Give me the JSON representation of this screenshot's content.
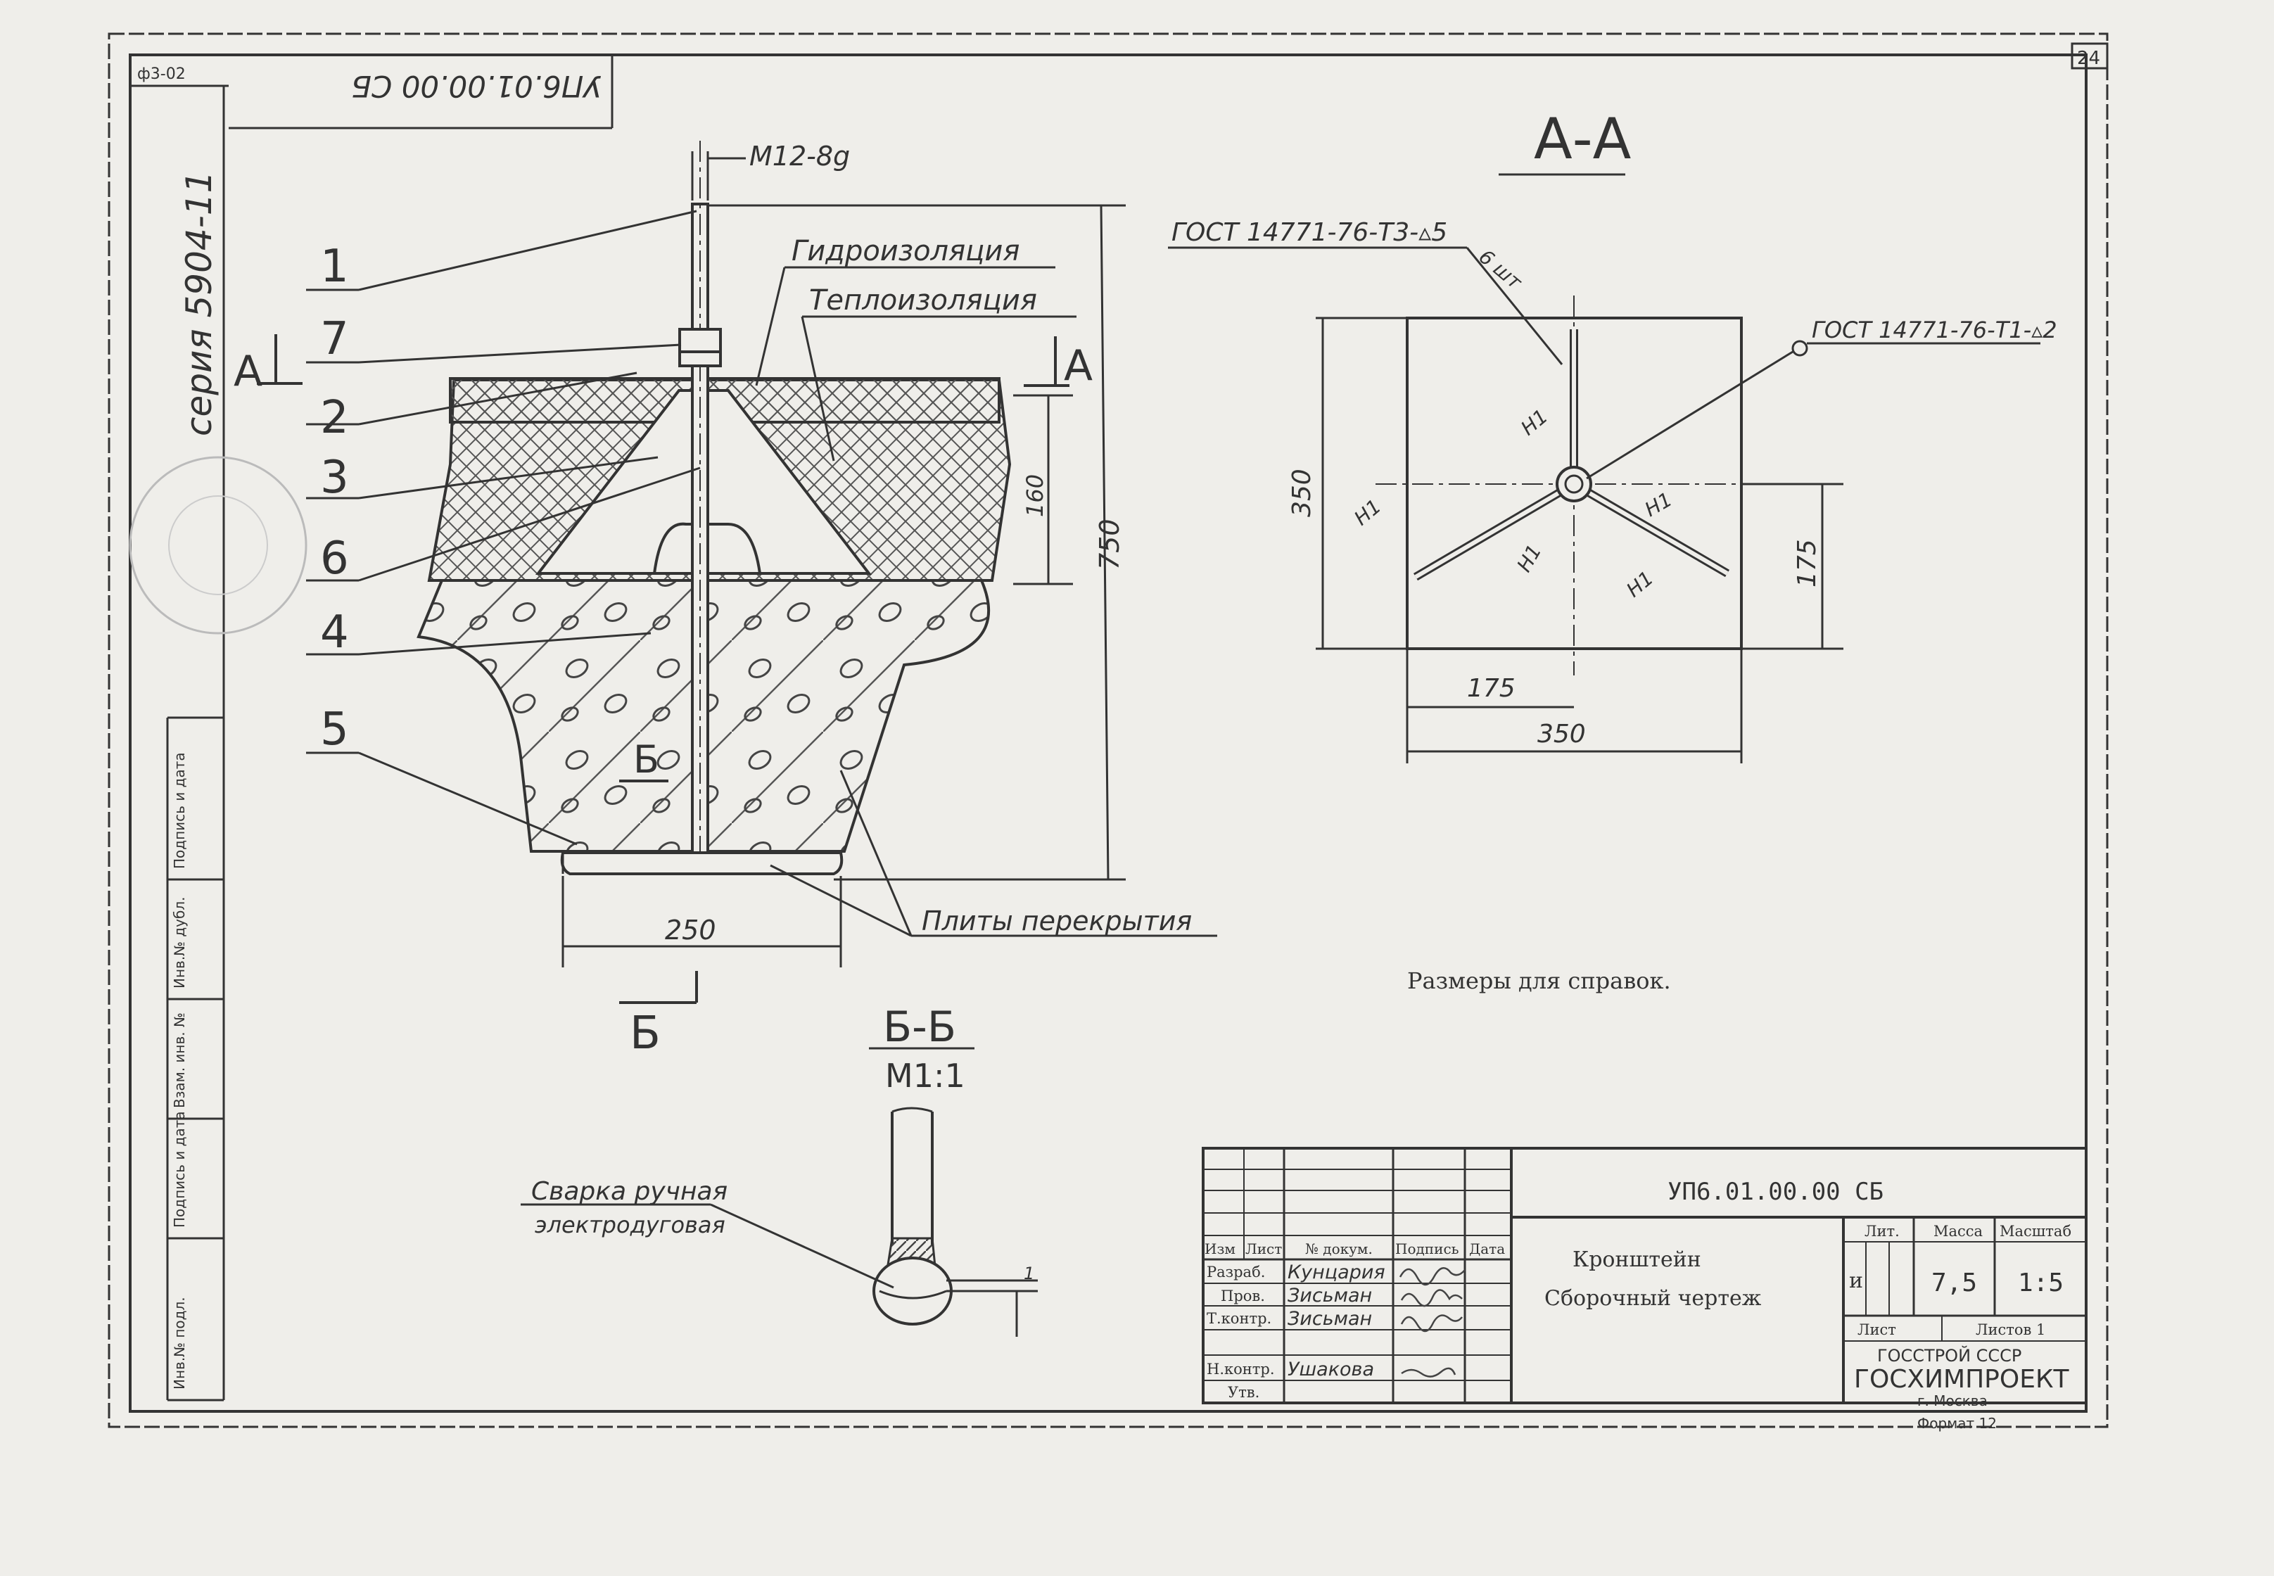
{
  "sheet": {
    "sheet_number": "24",
    "corner_mark": "ф3-02",
    "series": "серия 5904-11",
    "top_doc_code": "УП6.01.00.00 СБ",
    "note": "Размеры для справок."
  },
  "side_strip": {
    "labels": [
      "Инв.№ подл.",
      "Подпись и дата",
      "Взам. инв. №",
      "Инв.№ дубл.",
      "Подпись и дата"
    ]
  },
  "main_view": {
    "thread": "M12-8g",
    "waterproofing": "Гидроизоляция",
    "insulation": "Теплоизоляция",
    "floor_slabs": "Плиты перекрытия",
    "section_mark_left": "A",
    "section_mark_right": "A",
    "dim_total": "750",
    "dim_insulation": "160",
    "dim_base": "250",
    "cut_mark_inner": "Б",
    "cut_mark_outer": "Б",
    "item_numbers": [
      "1",
      "7",
      "2",
      "3",
      "6",
      "4",
      "5"
    ]
  },
  "section_aa": {
    "title": "А-А",
    "weld_1": "ГОСТ 14771-76-Т3-▵5",
    "weld_1_count": "6 шт",
    "weld_2": "ГОСТ 14771-76-Т1-▵2",
    "dim_height": "350",
    "dim_right": "175",
    "dim_bottom_inner": "175",
    "dim_bottom_outer": "350",
    "weld_labels": [
      "Н1",
      "Н1",
      "Н1",
      "Н1",
      "Н1"
    ]
  },
  "section_bb": {
    "title": "Б-Б",
    "scale": "М1:1",
    "weld_note_line1": "Сварка ручная",
    "weld_note_line2": "электродуговая",
    "dim": "1"
  },
  "title_block": {
    "doc_code": "УП6.01.00.00 СБ",
    "name_line1": "Кронштейн",
    "name_line2": "Сборочный чертеж",
    "headers": [
      "Изм",
      "Лист",
      "№ докум.",
      "Подпись",
      "Дата"
    ],
    "roles": [
      "Разраб.",
      "Пров.",
      "Т.контр.",
      "",
      "Н.контр.",
      "Утв."
    ],
    "names": [
      "Кунцария",
      "Зисьман",
      "Зисьман",
      "",
      "Ушакова",
      ""
    ],
    "lit_label": "Лит.",
    "mass_label": "Масса",
    "scale_label": "Масштаб",
    "lit_value": "и",
    "mass_value": "7,5",
    "scale_value": "1:5",
    "sheet_label": "Лист",
    "sheets_label": "Листов 1",
    "org_line1": "ГОССТРОЙ СССР",
    "org_line2": "ГОСХИМПРОЕКТ",
    "org_line3": "г. Москва",
    "format": "Формат 12"
  }
}
